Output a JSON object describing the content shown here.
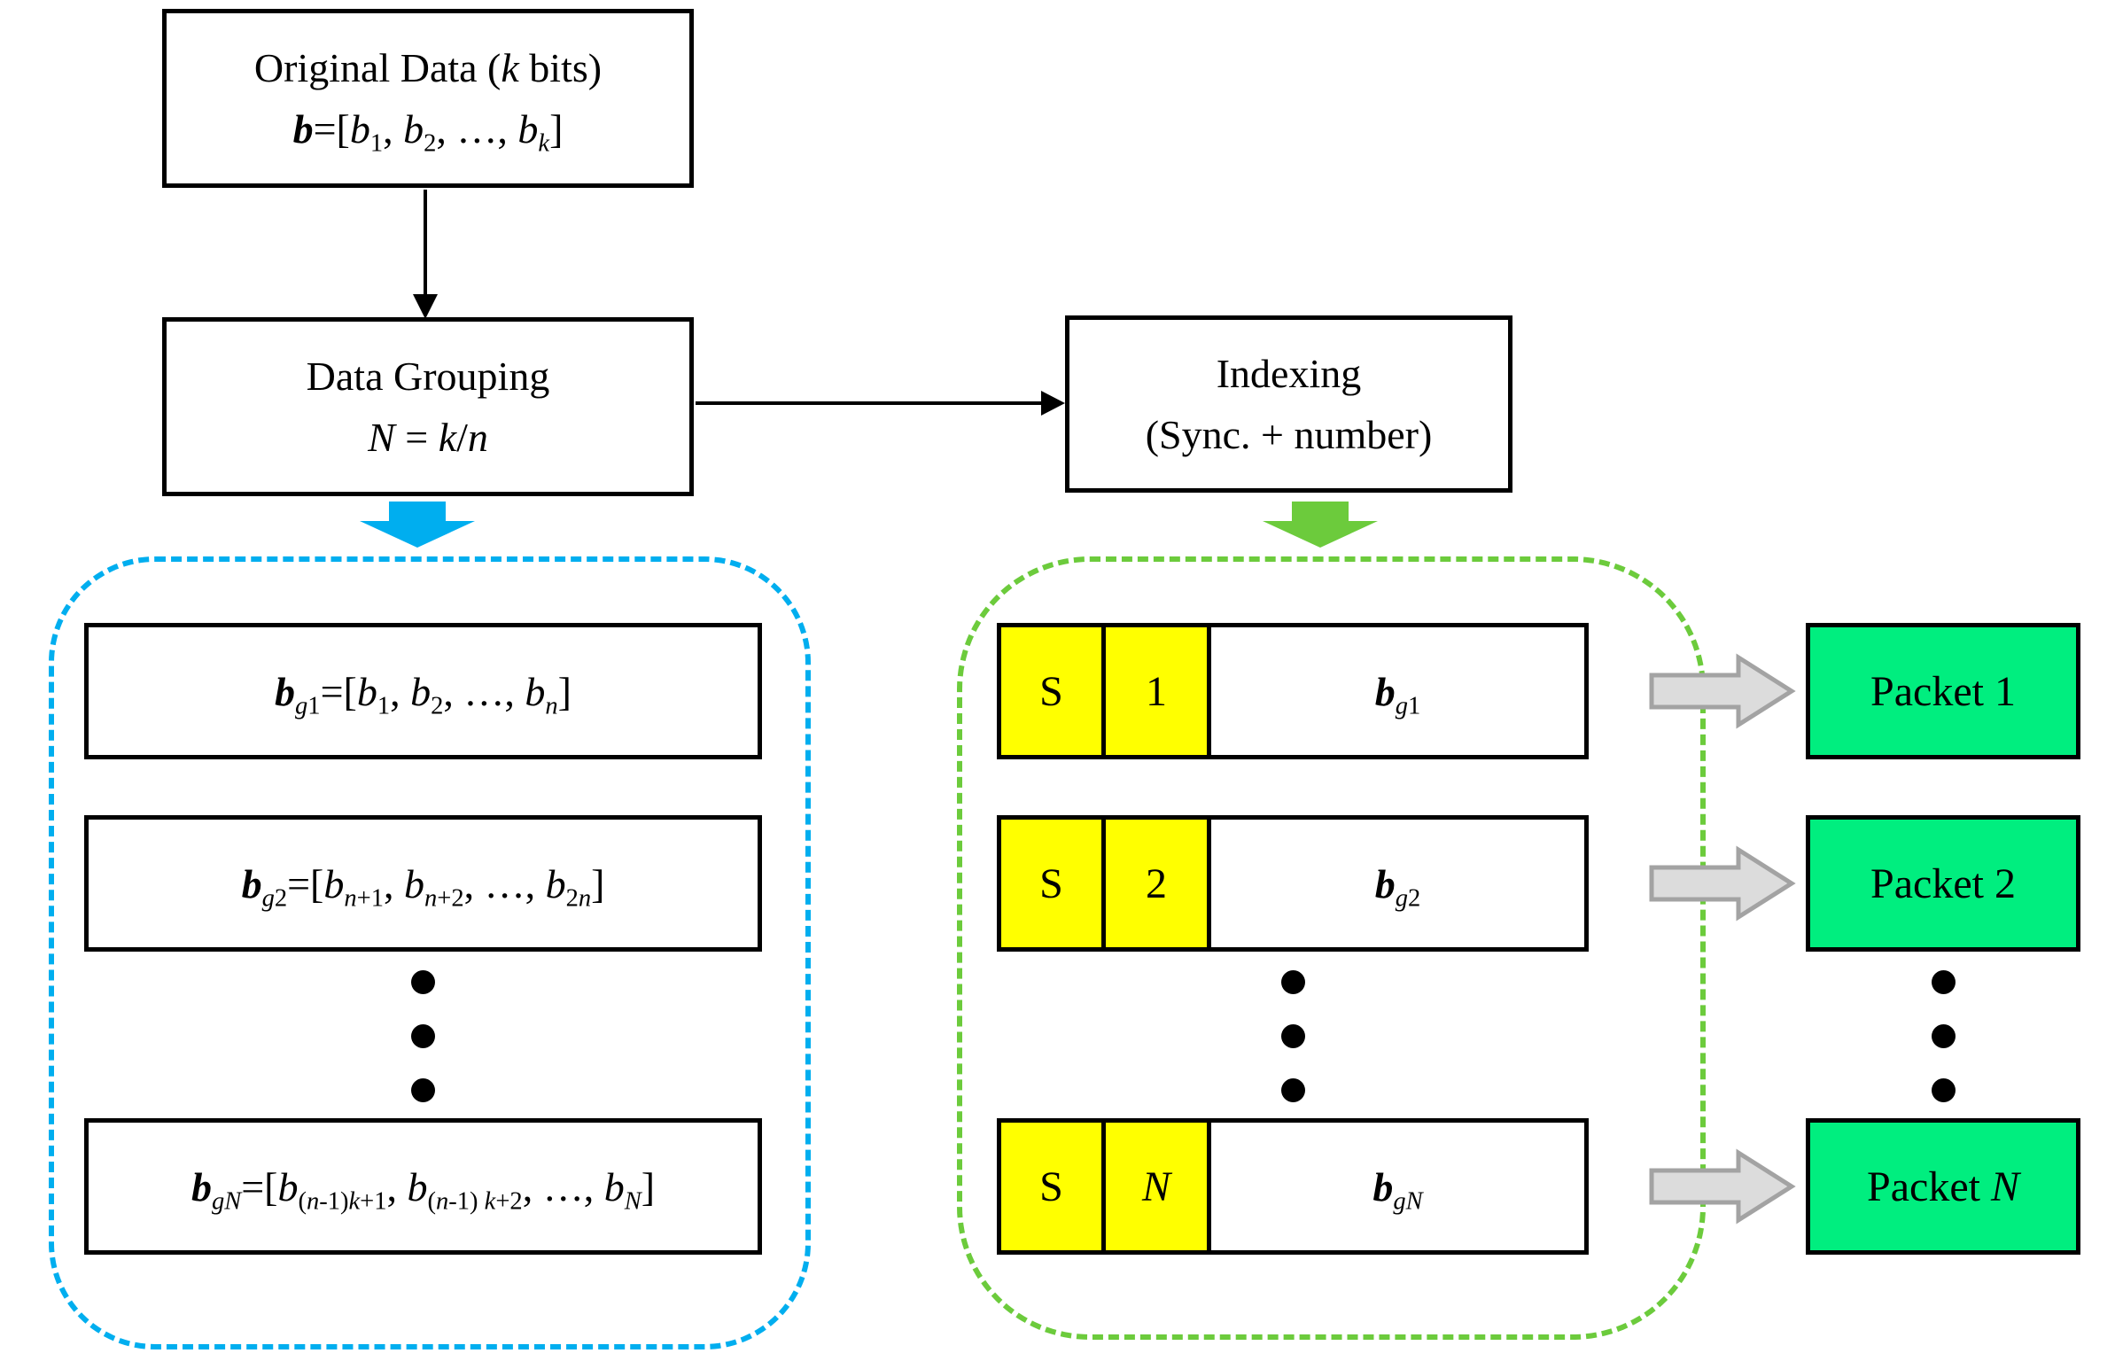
{
  "colors": {
    "blue": "#00AEEF",
    "green": "#6CCB3C",
    "packet_green": "#00EE7F",
    "yellow": "#FFFF00",
    "arrow_gray_fill": "#DCDCDC",
    "arrow_gray_stroke": "#A3A3A3",
    "line_black": "#000000"
  },
  "flow": {
    "original_data": {
      "lines": [
        [
          "n:Original Data (",
          "i:k",
          "n: bits)"
        ],
        [
          "bi:b",
          "n:=[",
          "i:b",
          "sn:1",
          "n:, ",
          "i:b",
          "sn:2",
          "n:, …, ",
          "i:b",
          "si:k",
          "n:]"
        ]
      ]
    },
    "data_grouping": {
      "lines": [
        [
          "n:Data Grouping"
        ],
        [
          "i:N",
          "n: = ",
          "i:k",
          "n:/",
          "i:n"
        ]
      ]
    },
    "indexing": {
      "lines": [
        [
          "n:Indexing"
        ],
        [
          "n:(Sync. + number)"
        ]
      ]
    }
  },
  "grouped_data": {
    "rows": [
      [
        "bi:b",
        "si:g",
        "sn:1",
        "n:=[",
        "i:b",
        "sn:1",
        "n:, ",
        "i:b",
        "sn:2",
        "n:, …, ",
        "i:b",
        "si:n",
        "n:]"
      ],
      [
        "bi:b",
        "si:g",
        "sn:2",
        "n:=[",
        "i:b",
        "si:n",
        "sn:+1",
        "n:, ",
        "i:b",
        "si:n",
        "sn:+2",
        "n:, …, ",
        "i:b",
        "sn:2",
        "si:n",
        "n:]"
      ],
      [
        "bi:b",
        "si:gN",
        "n:=[",
        "i:b",
        "sn:(",
        "si:n",
        "sn:-1)",
        "si:k",
        "sn:+1",
        "n:, ",
        "i:b",
        "sn:(",
        "si:n",
        "sn:-1) ",
        "si:k",
        "sn:+2",
        "n:, …, ",
        "i:b",
        "si:N",
        "n:]"
      ]
    ]
  },
  "indexed_data": {
    "rows": [
      {
        "sync": [
          "n:S"
        ],
        "index": [
          "n:1"
        ],
        "payload": [
          "bi:b",
          "si:g",
          "sn:1"
        ]
      },
      {
        "sync": [
          "n:S"
        ],
        "index": [
          "n:2"
        ],
        "payload": [
          "bi:b",
          "si:g",
          "sn:2"
        ]
      },
      {
        "sync": [
          "n:S"
        ],
        "index": [
          "i:N"
        ],
        "payload": [
          "bi:b",
          "si:gN"
        ]
      }
    ]
  },
  "packets": {
    "labels": [
      [
        "n:Packet 1"
      ],
      [
        "n:Packet 2"
      ],
      [
        "n:Packet ",
        "i:N"
      ]
    ]
  }
}
